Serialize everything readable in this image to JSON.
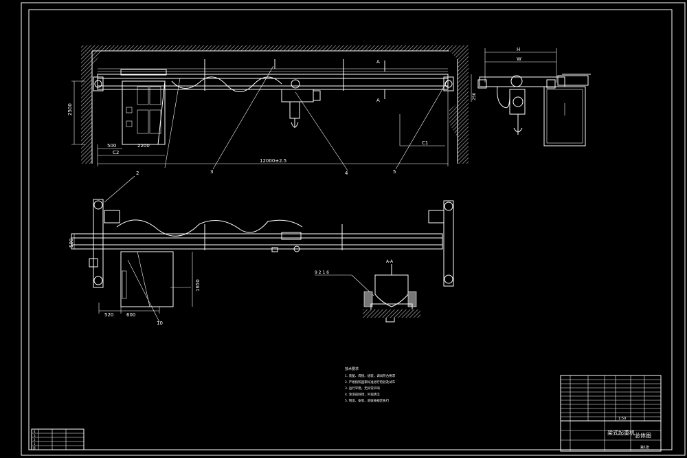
{
  "dimensions": {
    "height_left": "2500",
    "d500_top": "500",
    "d2200": "2200",
    "d_c2": "C2",
    "span": "12000±2.5",
    "d250": "250",
    "d_h": "H",
    "d_w": "W",
    "d_c1": "C1",
    "d500_plan": "500",
    "d1650": "1650",
    "d520": "520",
    "d600": "600"
  },
  "sections": {
    "a_top": "A",
    "a_bottom": "A",
    "detail_title": "A-A"
  },
  "callouts": {
    "c2": "2",
    "c3": "3",
    "c4": "4",
    "c5": "5",
    "c10": "10",
    "seq": "9 2 1 6"
  },
  "notes": {
    "heading": "技术要求",
    "lines": [
      "1. 装配、焊接、组装、调试符合要求",
      "2. 严格按照国家标准进行检验及试车",
      "3. 运行平稳，无异常声响",
      "4. 涂漆前除锈，外观清洁",
      "5. 制造、安装、验收按规定执行"
    ]
  },
  "title_block": {
    "name": "梁式起重机",
    "drawing": "总体图",
    "scale": "1:50",
    "sheet": "第1张"
  },
  "revision_table": {
    "rows": [
      [
        "4",
        "",
        ""
      ],
      [
        "3",
        "",
        ""
      ],
      [
        "2",
        "",
        ""
      ],
      [
        "1",
        "",
        ""
      ],
      [
        "序",
        "",
        ""
      ]
    ]
  }
}
